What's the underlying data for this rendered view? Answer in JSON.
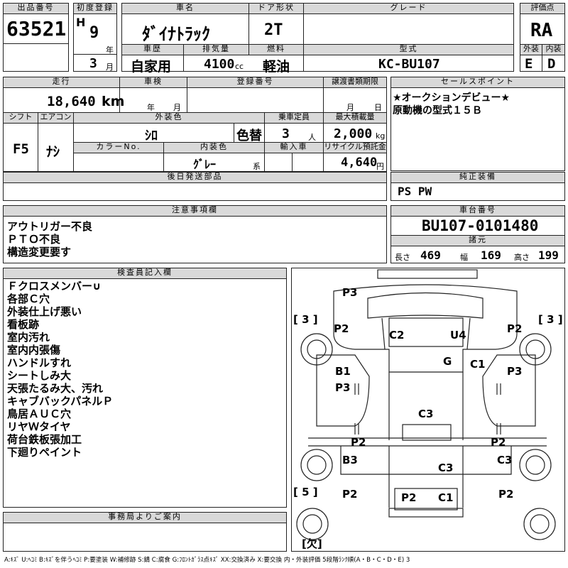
{
  "header": {
    "lot_label": "出品番号",
    "lot": "63521",
    "first_reg_label": "初度登録",
    "era": "H",
    "year": "9",
    "year_unit": "年",
    "month": "3",
    "month_unit": "月",
    "name_label": "車名",
    "name": "ﾀﾞｲﾅﾄﾗｯｸ",
    "door_label": "ドア形状",
    "door": "2T",
    "grade_label": "グレード",
    "grade": "",
    "score_label": "評価点",
    "score": "RA",
    "history_label": "車歴",
    "history": "自家用",
    "disp_label": "排気量",
    "disp": "4100",
    "disp_unit": "cc",
    "fuel_label": "燃料",
    "fuel": "軽油",
    "model_label": "型式",
    "model": "KC-BU107",
    "ext_label": "外装",
    "ext": "E",
    "int_label": "内装",
    "int": "D"
  },
  "row2": {
    "mileage_label": "走行",
    "mileage": "18,640",
    "mileage_unit": "km",
    "inspection_label": "車検",
    "insp_year_unit": "年",
    "insp_month_unit": "月",
    "regno_label": "登録番号",
    "transfer_label": "譲渡書類期限",
    "transfer_month_unit": "月",
    "transfer_day_unit": "日",
    "sales_label": "セールスポイント",
    "sales": "★オークションデビュー★\n原動機の型式１５Ｂ"
  },
  "row3": {
    "shift_label": "シフト",
    "shift": "F5",
    "ac_label": "エアコン",
    "ac": "ﾅｼ",
    "color_label": "外装色",
    "color": "ｼﾛ",
    "repaint": "色替",
    "cap_label": "乗車定員",
    "cap": "3",
    "cap_unit": "人",
    "load_label": "最大積載量",
    "load": "2,000",
    "load_unit": "kg",
    "colorno_label": "カラーNo.",
    "intcolor_label": "内装色",
    "intcolor": "ｸﾞﾚｰ",
    "intcolor_suffix": "系",
    "import_label": "輸入車",
    "recycle_label": "リサイクル預託金",
    "recycle": "4,640",
    "recycle_unit": "円"
  },
  "later_label": "後日発送部品",
  "genuine_label": "純正装備",
  "genuine": "PS PW",
  "notes_label": "注意事項欄",
  "notes": "アウトリガー不良\nＰＴＯ不良\n構造変更要す",
  "chassis_label": "車台番号",
  "chassis": "BU107-0101480",
  "specs_label": "諸元",
  "length_label": "長さ",
  "length": "469",
  "width_label": "幅",
  "width": "169",
  "height_label": "高さ",
  "height": "199",
  "inspector_label": "検査員記入欄",
  "inspector": "Ｆクロスメンバー∪\n各部Ｃ穴\n外装仕上げ悪い\n看板跡\n室内汚れ\n室内内張傷\nハンドルすれ\nシートしみ大\n天張たるみ大、汚れ\nキャブバックパネルＰ\n鳥居ＡＵＣ穴\nリヤＷタイヤ\n荷台鉄板張加工\n下廻りペイント",
  "office_label": "事務局よりご案内",
  "diagram": {
    "codes": [
      "P3",
      "P2",
      "C2",
      "U4",
      "P2",
      "G",
      "C1",
      "B1",
      "P3",
      "P3",
      "C3",
      "P2",
      "P2",
      "B3",
      "C3",
      "C3",
      "P2",
      "P2",
      "C1",
      "P2"
    ],
    "tire_fl": "[ 3 ]",
    "tire_fr": "[ 3 ]",
    "tire_rl": "[ 5 ]",
    "spare": "[欠]"
  },
  "legend": "A:ｷｽﾞ U:ﾍｺﾐ B:ｷｽﾞを伴うﾍｺﾐ P:要塗装 W:補修跡 S:錆 C:腐食 G:ﾌﾛﾝﾄｶﾞﾗｽ点ｷｽﾞ XX:交換済み X:要交換 内・外装評価 5段階ﾗﾝｸ順(A・B・C・D・E) 3"
}
